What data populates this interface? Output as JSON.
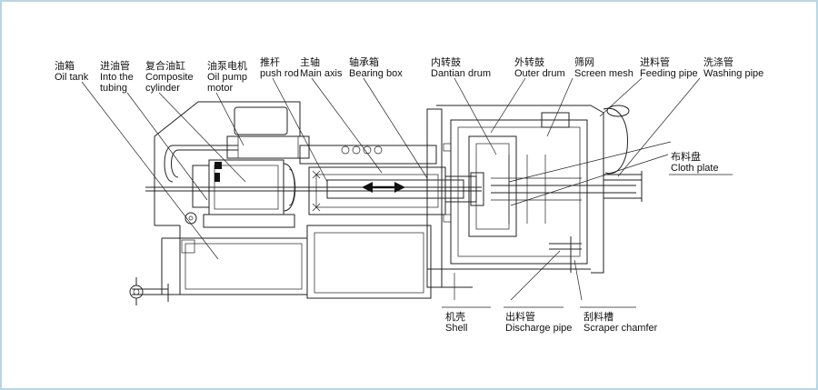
{
  "labels": {
    "oil_tank": {
      "zh": "油箱",
      "en": "Oil tank"
    },
    "into_tubing": {
      "zh": "进油管",
      "en1": "Into the",
      "en2": "tubing"
    },
    "composite_cylinder": {
      "zh": "复合油缸",
      "en1": "Composite",
      "en2": "cylinder"
    },
    "oil_pump_motor": {
      "zh": "油泵电机",
      "en1": "Oil pump",
      "en2": "motor"
    },
    "push_rod": {
      "zh": "推杆",
      "en": "push rod"
    },
    "main_axis": {
      "zh": "主轴",
      "en": "Main axis"
    },
    "bearing_box": {
      "zh": "轴承箱",
      "en": "Bearing box"
    },
    "dantian_drum": {
      "zh": "内转鼓",
      "en": "Dantian drum"
    },
    "outer_drum": {
      "zh": "外转鼓",
      "en": "Outer drum"
    },
    "screen_mesh": {
      "zh": "筛网",
      "en": "Screen mesh"
    },
    "feeding_pipe": {
      "zh": "进料管",
      "en": "Feeding pipe"
    },
    "washing_pipe": {
      "zh": "洗涤管",
      "en": "Washing pipe"
    },
    "cloth_plate": {
      "zh": "布料盘",
      "en": "Cloth plate"
    },
    "shell": {
      "zh": "机壳",
      "en": "Shell"
    },
    "discharge_pipe": {
      "zh": "出料管",
      "en": "Discharge pipe"
    },
    "scraper_chamfer": {
      "zh": "刮料槽",
      "en": "Scraper chamfer"
    }
  },
  "colors": {
    "line": "#222222",
    "frame": "#b9d6e4",
    "background": "#ffffff"
  }
}
